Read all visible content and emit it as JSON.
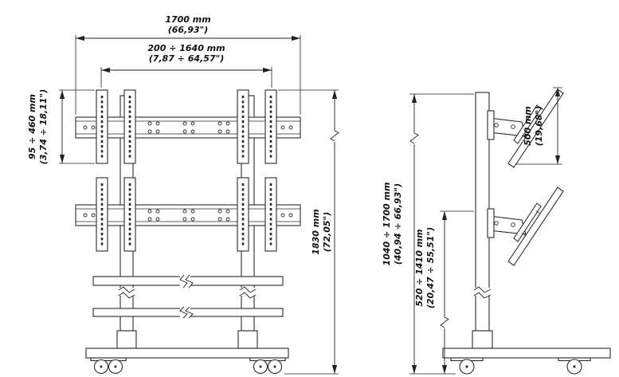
{
  "dims": {
    "front_total_width": {
      "mm": "1700 mm",
      "inch": "(66,93\")"
    },
    "front_mount_width_range": {
      "mm": "200 ÷ 1640 mm",
      "inch": "(7,87 ÷ 64,57\")"
    },
    "front_bracket_height_range": {
      "mm": "95 ÷ 460 mm",
      "inch": "(3,74 ÷ 18,11\")"
    },
    "front_total_height": {
      "mm": "1830 mm",
      "inch": "(72,05\")"
    },
    "side_screen_mount_height": {
      "mm": "500 mm",
      "inch": "(19,68\")"
    },
    "side_upper_mount_height": {
      "mm": "1040 ÷ 1700 mm",
      "inch": "(40,94 ÷ 66,93\")"
    },
    "side_lower_mount_height": {
      "mm": "520 ÷ 1410 mm",
      "inch": "(20,47 ÷ 55,51\")"
    }
  },
  "colors": {
    "line": "#2a2a2a",
    "text": "#111111",
    "background": "#ffffff"
  }
}
